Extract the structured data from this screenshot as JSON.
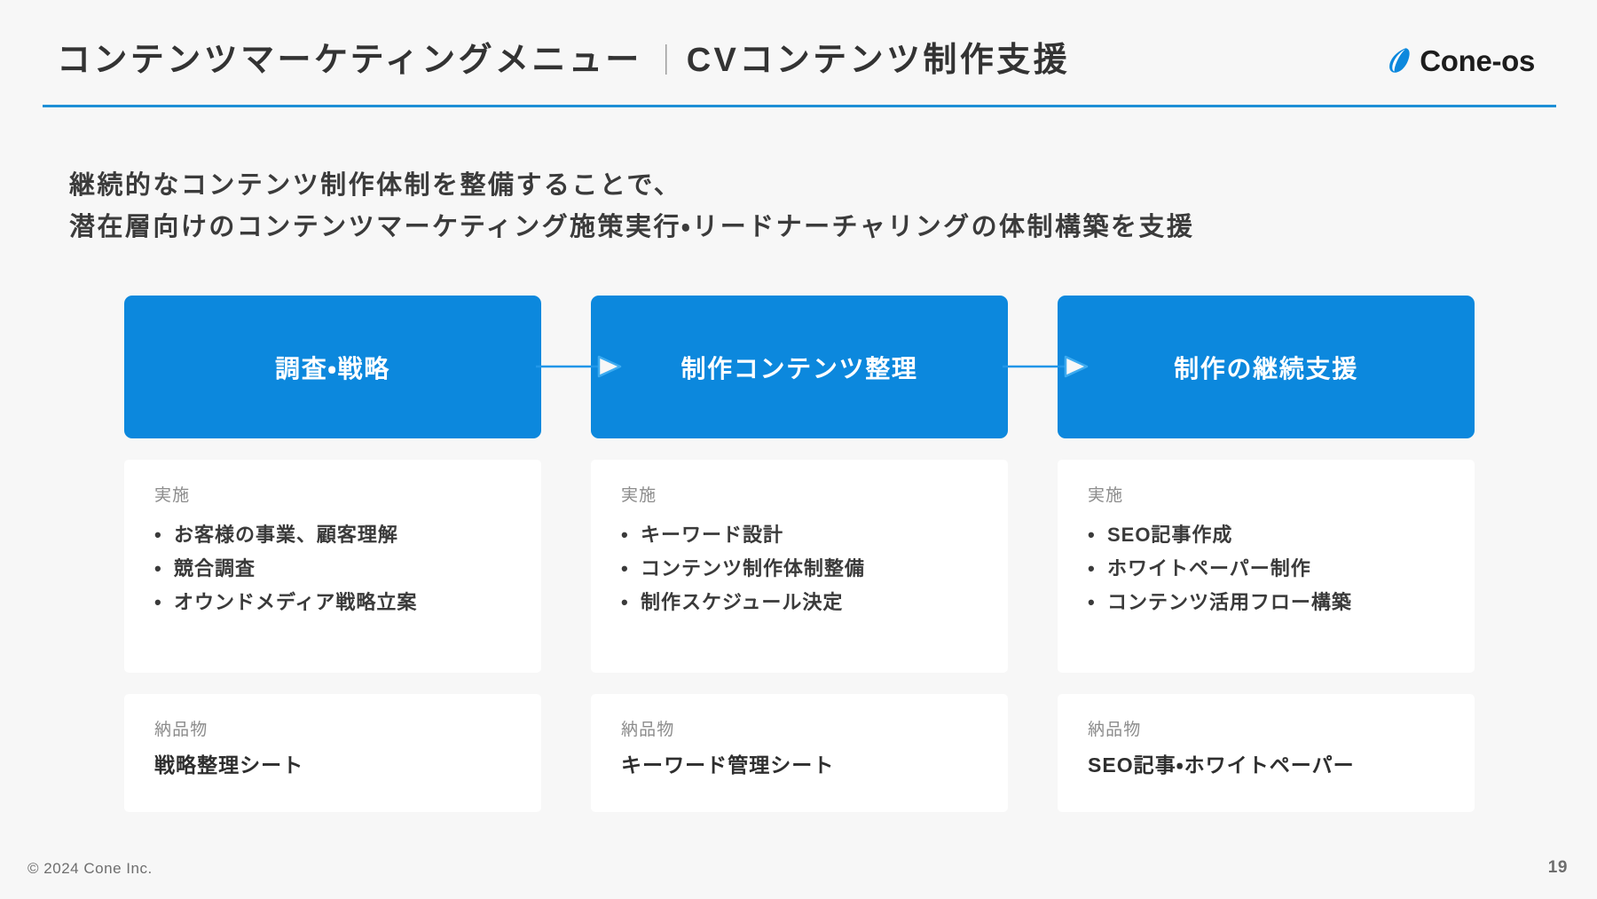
{
  "colors": {
    "accent": "#0c88dd",
    "rule": "#1d8fd6",
    "background": "#f7f7f7",
    "card": "#ffffff",
    "text": "#3a3a3a",
    "muted": "#8c8c8c"
  },
  "header": {
    "title_main": "コンテンツマーケティングメニュー",
    "title_separator": "｜",
    "title_sub": "CVコンテンツ制作支援",
    "brand_name": "Cone-os",
    "brand_icon": "cone-leaf-icon"
  },
  "lead": {
    "line1": "継続的なコンテンツ制作体制を整備することで、",
    "line2": "潜在層向けのコンテンツマーケティング施策実行・リードナーチャリングの体制構築を支援"
  },
  "labels": {
    "tasks": "実施",
    "deliverable": "納品物"
  },
  "columns": [
    {
      "phase": "調査・戦略",
      "tasks": [
        "お客様の事業、顧客理解",
        "競合調査",
        "オウンドメディア戦略立案"
      ],
      "deliverable": "戦略整理シート"
    },
    {
      "phase": "制作コンテンツ整理",
      "tasks": [
        "キーワード設計",
        "コンテンツ制作体制整備",
        "制作スケジュール決定"
      ],
      "deliverable": "キーワード管理シート"
    },
    {
      "phase": "制作の継続支援",
      "tasks": [
        "SEO記事作成",
        "ホワイトペーパー制作",
        "コンテンツ活用フロー構築"
      ],
      "deliverable": "SEO記事・ホワイトペーパー"
    }
  ],
  "connectors": [
    {
      "name": "arrow-right-icon",
      "from": "調査・戦略",
      "to": "制作コンテンツ整理"
    },
    {
      "name": "arrow-right-icon",
      "from": "制作コンテンツ整理",
      "to": "制作の継続支援"
    }
  ],
  "footer": {
    "copyright": "© 2024 Cone Inc.",
    "page_number": "19"
  }
}
